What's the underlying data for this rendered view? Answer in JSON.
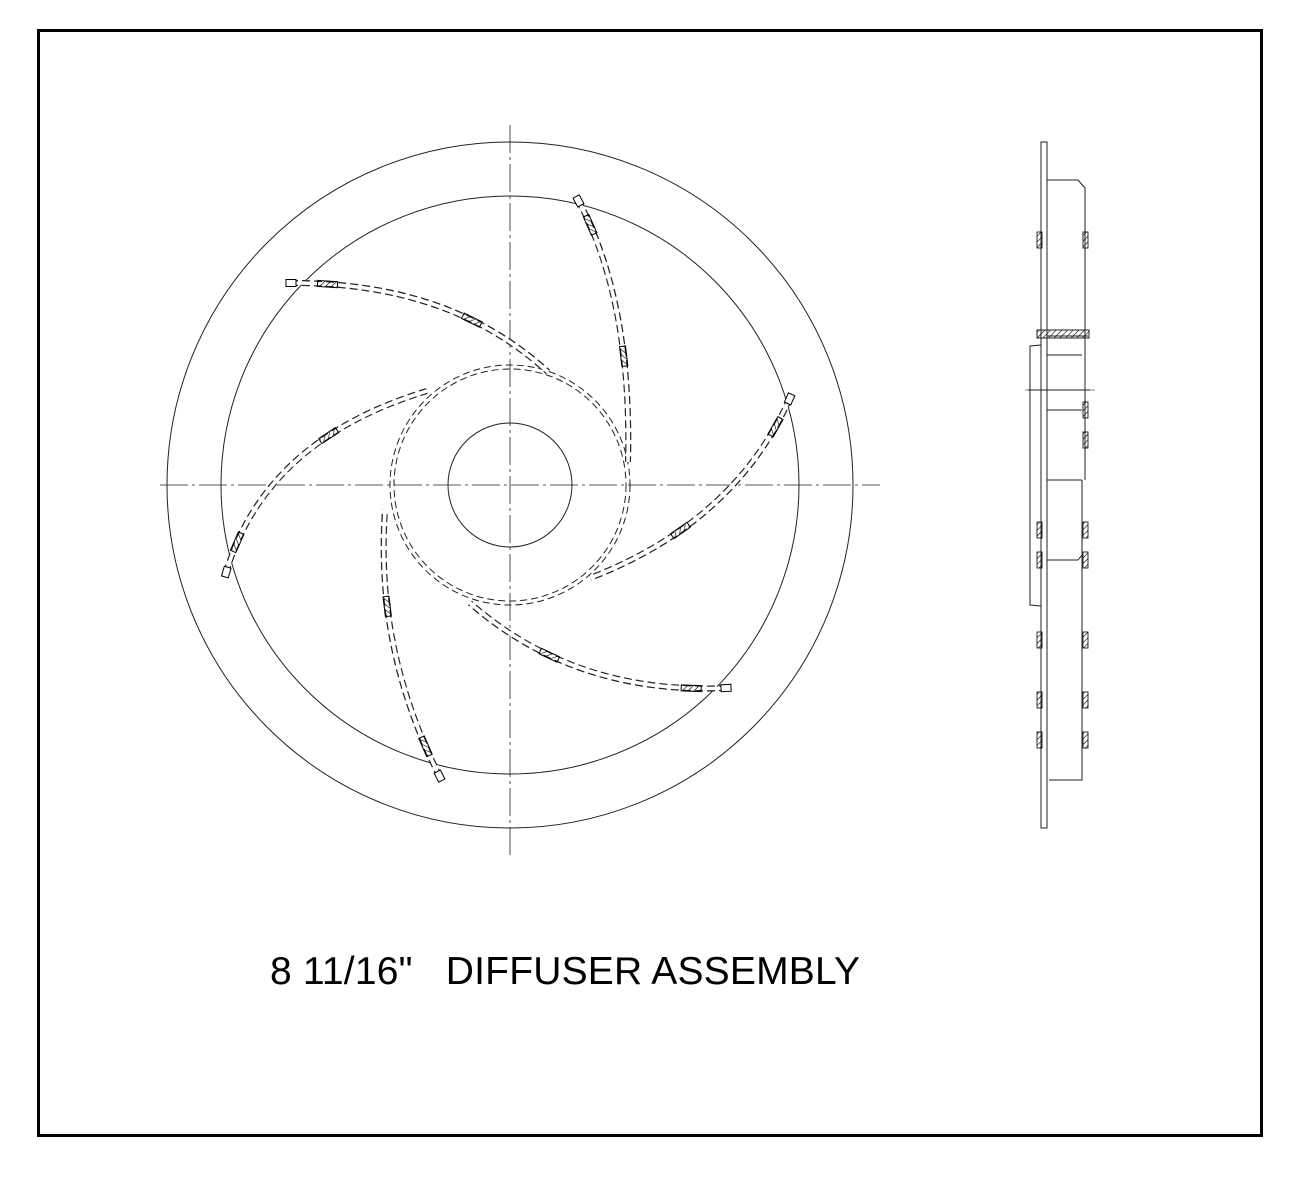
{
  "drawing": {
    "title": "8 11/16\"   DIFFUSER ASSEMBLY",
    "views": [
      "front-view",
      "side-section-view"
    ],
    "vane_count": 6,
    "line_color": "#000000"
  }
}
